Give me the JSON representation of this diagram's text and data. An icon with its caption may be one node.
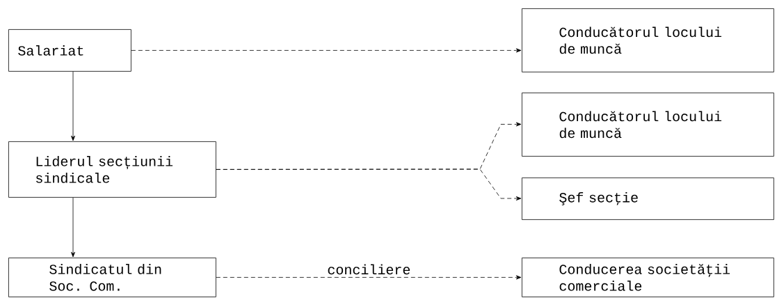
{
  "diagram": {
    "nodes": [
      {
        "text": [
          "Salariat"
        ]
      },
      {
        "text": [
          "Conducătorul locului de muncă"
        ]
      },
      {
        "text": [
          "Liderul secțiunii sindicale"
        ]
      },
      {
        "text": [
          "Conducătorul locului de muncă"
        ]
      },
      {
        "text": [
          "Şef secţie"
        ]
      },
      {
        "text": [
          "Sindicatul din Soc. Com."
        ]
      },
      {
        "text": [
          "Conducerea societăţii comerciale"
        ]
      }
    ],
    "edges": [
      {
        "from": 0,
        "to": 1,
        "arrow": "to",
        "style": "dashed"
      },
      {
        "from": 0,
        "to": 2,
        "arrow": "to"
      },
      {
        "from": 2,
        "to": 3,
        "arrow": "to",
        "style": "dashed"
      },
      {
        "from": 2,
        "to": 4,
        "arrow": "to",
        "style": "dashed"
      },
      {
        "from": 2,
        "to": 5,
        "arrow": "to"
      },
      {
        "from": 5,
        "to": 6,
        "arrow": "to",
        "style": "dashed",
        "label": "conciliere"
      }
    ]
  }
}
